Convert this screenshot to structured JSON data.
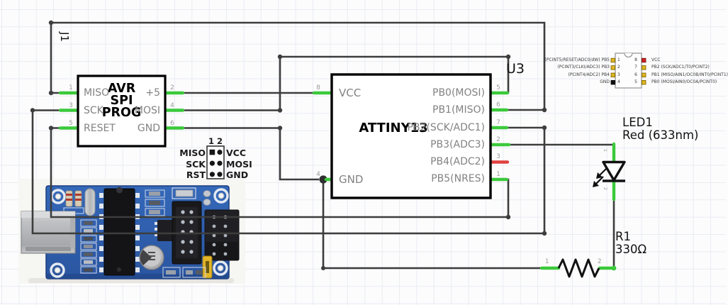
{
  "schematic": {
    "refs": {
      "j1": "J1",
      "u3": "U3"
    },
    "avr": {
      "title_lines": [
        "AVR",
        "SPI",
        "PROG"
      ],
      "left_pins": [
        {
          "number": "1",
          "label": "MISO"
        },
        {
          "number": "3",
          "label": "SCK"
        },
        {
          "number": "5",
          "label": "RESET"
        }
      ],
      "right_pins": [
        {
          "number": "2",
          "label": "+5"
        },
        {
          "number": "4",
          "label": "MOSI"
        },
        {
          "number": "6",
          "label": "GND"
        }
      ]
    },
    "attiny": {
      "title": "ATTINY13",
      "left_pins": [
        {
          "number": "8",
          "label": "VCC"
        },
        {
          "number": "4",
          "label": "GND"
        }
      ],
      "right_pins": [
        {
          "number": "5",
          "label": "PB0(MOSI)"
        },
        {
          "number": "6",
          "label": "PB1(MISO)"
        },
        {
          "number": "7",
          "label": "PB2(SCK/ADC1)"
        },
        {
          "number": "2",
          "label": "PB3(ADC3)"
        },
        {
          "number": "3",
          "label": "PB4(ADC2)"
        },
        {
          "number": "1",
          "label": "PB5(NRES)"
        }
      ]
    },
    "header_legend": {
      "columns": "1 2",
      "rows": [
        {
          "left": "MISO",
          "right": "VCC"
        },
        {
          "left": "SCK",
          "right": "MOSI"
        },
        {
          "left": "RST",
          "right": "GND"
        }
      ]
    },
    "pinout": {
      "left_rows": [
        {
          "label": "(PCINT5/RESET/ADC0/dW) PB5",
          "pin": "1"
        },
        {
          "label": "(PCINT3/CLKI/ADC3) PB3",
          "pin": "2"
        },
        {
          "label": "(PCINT4/ADC2) PB4",
          "pin": "3"
        },
        {
          "label": "GND",
          "pin": "4"
        }
      ],
      "right_rows": [
        {
          "pin": "8",
          "label": "VCC"
        },
        {
          "pin": "7",
          "label": "PB2 (SCK/ADC1/T0/PCINT2)"
        },
        {
          "pin": "6",
          "label": "PB1 (MISO/AIN1/OC0B/INT0/PCINT1)"
        },
        {
          "pin": "5",
          "label": "PB0 (MOSI/AIN0/OC0A/PCINT0)"
        }
      ]
    },
    "led": {
      "ref": "LED1",
      "value": "Red (633nm)",
      "pin1": "1",
      "pin2": "2"
    },
    "resistor": {
      "ref": "R1",
      "value": "330Ω",
      "pin1": "1",
      "pin2": "2"
    },
    "colors": {
      "wire": "#3d3d3d",
      "pin_green": "#3bc93b",
      "pin_red": "#e04040",
      "pcb_blue": "#2e5fae",
      "vcc_pad_red": "#cc2424",
      "io_pad_yellow": "#ddb520"
    }
  }
}
